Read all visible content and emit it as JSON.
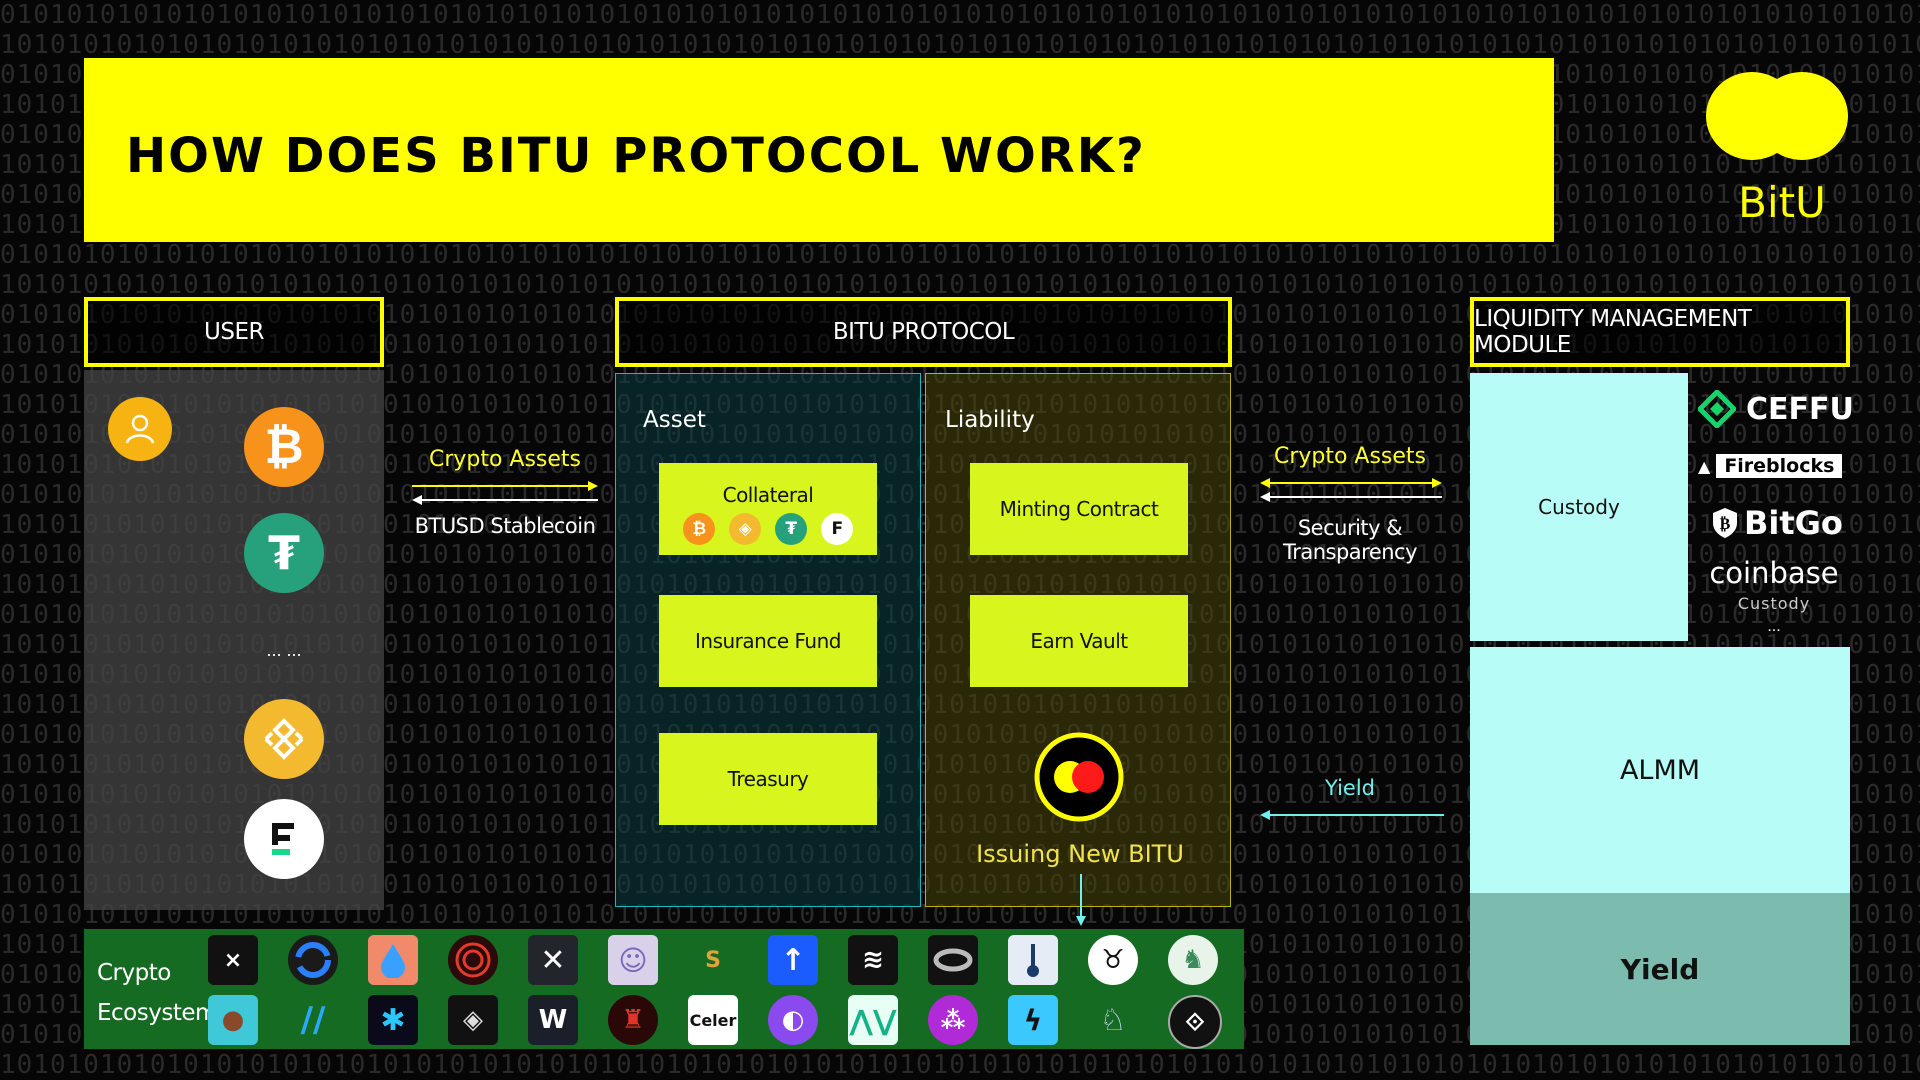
{
  "title": "HOW DOES BITU PROTOCOL WORK?",
  "brand": {
    "name": "BitU",
    "color": "#ffff00"
  },
  "sections": {
    "user": "USER",
    "protocol": "BITU PROTOCOL",
    "liquidity": "LIQUIDITY MANAGEMENT MODULE"
  },
  "user_column": {
    "icons": [
      "user-icon",
      "bitcoin-icon",
      "tether-icon",
      "bnb-icon",
      "fdusd-icon"
    ],
    "ellipsis": "... ..."
  },
  "left_flow": {
    "top_label": "Crypto Assets",
    "bottom_label": "BTUSD Stablecoin"
  },
  "asset_panel": {
    "label": "Asset",
    "collateral": "Collateral",
    "collateral_icons": [
      "bitcoin-icon",
      "bnb-icon",
      "tether-icon",
      "fdusd-icon"
    ],
    "insurance_fund": "Insurance Fund",
    "treasury": "Treasury"
  },
  "liability_panel": {
    "label": "Liability",
    "minting_contract": "Minting Contract",
    "earn_vault": "Earn Vault",
    "issuing": "Issuing New BITU"
  },
  "right_flow": {
    "top_label": "Crypto Assets",
    "bottom_label": "Security & Transparency",
    "yield_label": "Yield"
  },
  "liquidity": {
    "custody": "Custody",
    "almm": "ALMM",
    "yield": "Yield",
    "custodians": {
      "ceffu": "CEFFU",
      "fireblocks": "Fireblocks",
      "bitgo": "BitGo",
      "coinbase": "coinbase",
      "coinbase_sub": "Custody",
      "ellipsis": "..."
    }
  },
  "ecosystem": {
    "label_line1": "Crypto",
    "label_line2": "Ecosystem",
    "row1": [
      "lightning-logo",
      "circle-logo",
      "drop-logo",
      "target-logo",
      "x-logo",
      "ghost-logo",
      "s-logo",
      "arrow-up-logo",
      "waves-logo",
      "ring-logo",
      "thermo-logo",
      "cow-logo",
      "llama-logo"
    ],
    "row2": [
      "bunny-logo",
      "swoosh-logo",
      "star-logo",
      "diamond-logo",
      "w-logo",
      "samurai-logo",
      "celer-logo",
      "orb-logo",
      "zigzag-logo",
      "nodes-logo",
      "bolt-logo",
      "unicorn-logo",
      "link-logo"
    ],
    "celer_text": "Celer"
  },
  "colors": {
    "yellow": "#ffff00",
    "lime": "#d8f51e",
    "cyan": "#b7fcf6",
    "teal": "#7bbcae",
    "eco_green": "#156b22"
  }
}
